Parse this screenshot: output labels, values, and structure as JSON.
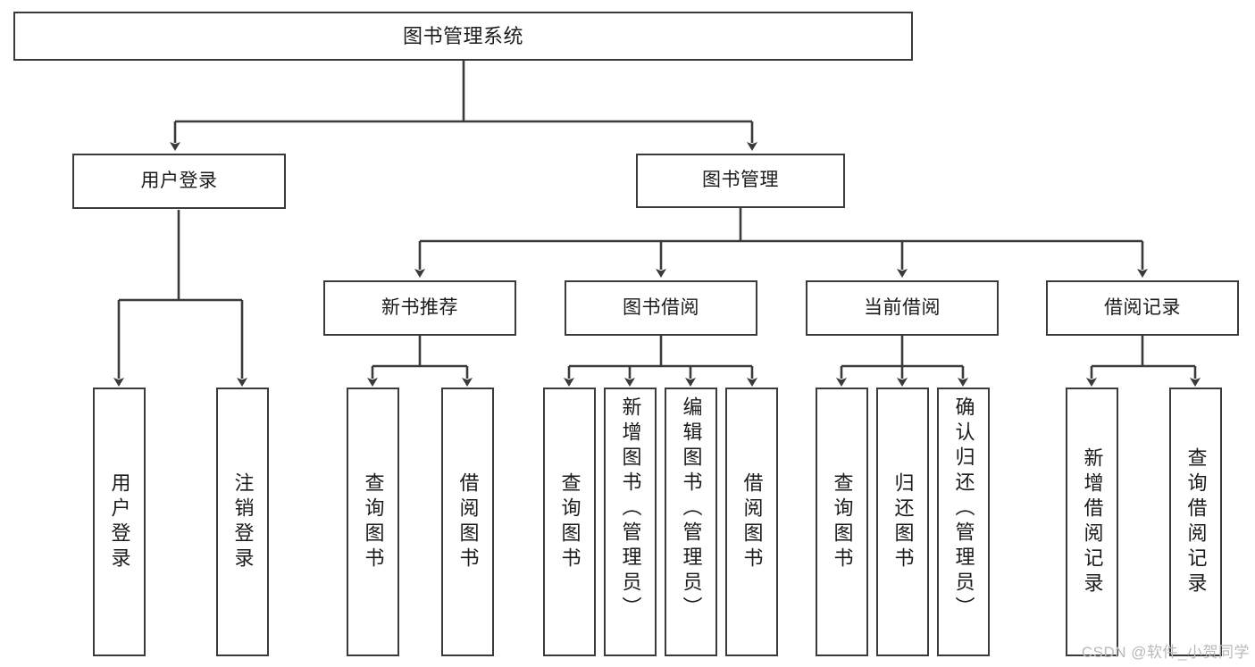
{
  "diagram": {
    "type": "tree",
    "title": "图书管理系统",
    "orientation": "top-down",
    "colors": {
      "stroke": "#3a3a3a",
      "node_fill": "#ffffff",
      "text": "#1b1b1b",
      "watermark": "#b9b9b9",
      "background": "#ffffff"
    },
    "root": {
      "id": "root",
      "label": "图书管理系统",
      "text_mode": "horizontal"
    },
    "level2": [
      {
        "id": "user-login",
        "label": "用户登录",
        "text_mode": "horizontal"
      },
      {
        "id": "book-manage",
        "label": "图书管理",
        "text_mode": "horizontal"
      }
    ],
    "level3": [
      {
        "id": "new-book-recommend",
        "label": "新书推荐",
        "text_mode": "horizontal",
        "parent": "book-manage"
      },
      {
        "id": "book-borrow",
        "label": "图书借阅",
        "text_mode": "horizontal",
        "parent": "book-manage"
      },
      {
        "id": "current-borrow",
        "label": "当前借阅",
        "text_mode": "horizontal",
        "parent": "book-manage"
      },
      {
        "id": "borrow-record",
        "label": "借阅记录",
        "text_mode": "horizontal",
        "parent": "book-manage"
      }
    ],
    "leaves": [
      {
        "id": "leaf-user-login",
        "label": "用户登录",
        "parent": "user-login",
        "text_mode": "vertical"
      },
      {
        "id": "leaf-logout-login",
        "label": "注销登录",
        "parent": "user-login",
        "text_mode": "vertical"
      },
      {
        "id": "leaf-query-book-1",
        "label": "查询图书",
        "parent": "new-book-recommend",
        "text_mode": "vertical"
      },
      {
        "id": "leaf-borrow-book-1",
        "label": "借阅图书",
        "parent": "new-book-recommend",
        "text_mode": "vertical"
      },
      {
        "id": "leaf-query-book-2",
        "label": "查询图书",
        "parent": "book-borrow",
        "text_mode": "vertical"
      },
      {
        "id": "leaf-add-book",
        "label": "新增图书（管理员）",
        "parent": "book-borrow",
        "text_mode": "vertical"
      },
      {
        "id": "leaf-edit-book",
        "label": "编辑图书（管理员）",
        "parent": "book-borrow",
        "text_mode": "vertical"
      },
      {
        "id": "leaf-borrow-book-2",
        "label": "借阅图书",
        "parent": "book-borrow",
        "text_mode": "vertical"
      },
      {
        "id": "leaf-query-book-3",
        "label": "查询图书",
        "parent": "current-borrow",
        "text_mode": "vertical"
      },
      {
        "id": "leaf-return-book",
        "label": "归还图书",
        "parent": "current-borrow",
        "text_mode": "vertical"
      },
      {
        "id": "leaf-confirm-return",
        "label": "确认归还（管理员）",
        "parent": "current-borrow",
        "text_mode": "vertical"
      },
      {
        "id": "leaf-add-record",
        "label": "新增借阅记录",
        "parent": "borrow-record",
        "text_mode": "vertical"
      },
      {
        "id": "leaf-query-record",
        "label": "查询借阅记录",
        "parent": "borrow-record",
        "text_mode": "vertical"
      }
    ]
  },
  "watermark": {
    "text": "CSDN @软件_小贺同学"
  }
}
